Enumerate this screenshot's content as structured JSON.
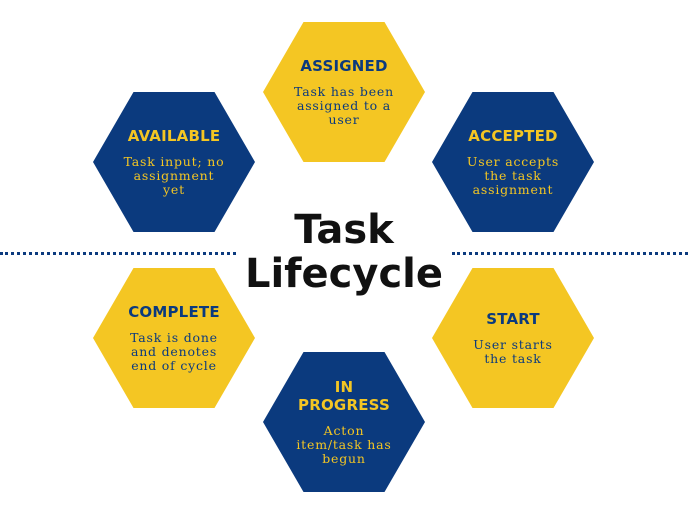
{
  "center_title": {
    "line1": "Task",
    "line2": "Lifecycle"
  },
  "stages": {
    "assigned": {
      "title": "ASSIGNED",
      "desc": "Task has been assigned to a user"
    },
    "accepted": {
      "title": "ACCEPTED",
      "desc": "User accepts the task assignment"
    },
    "start": {
      "title": "START",
      "desc": "User starts the task"
    },
    "inprogress": {
      "title": "IN\nPROGRESS",
      "desc": "Acton item/task has begun"
    },
    "complete": {
      "title": "COMPLETE",
      "desc": "Task is done and denotes end of cycle"
    },
    "available": {
      "title": "AVAILABLE",
      "desc": "Task input; no assignment yet"
    }
  },
  "colors": {
    "yellow": "#f4c623",
    "blue": "#0b3a7e",
    "title": "#111111"
  }
}
